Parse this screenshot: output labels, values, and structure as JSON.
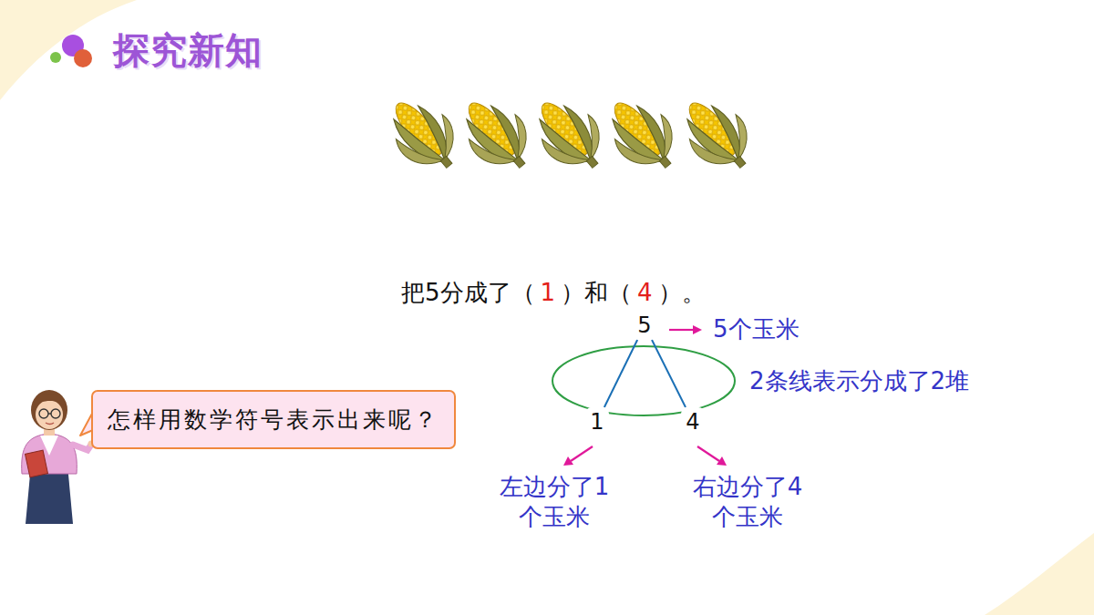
{
  "diagram": {
    "title": "探究新知",
    "nodes": [
      {
        "text": [
          "5"
        ]
      },
      {
        "text": [
          "1"
        ]
      },
      {
        "text": [
          "4"
        ]
      },
      {
        "text": [
          "怎样用数学符号表示出来呢？"
        ]
      }
    ],
    "edges": [
      {
        "from": 0,
        "to": 1,
        "arrow": "none"
      },
      {
        "from": 0,
        "to": 2,
        "arrow": "none"
      }
    ],
    "labels": [
      "把5分成了（",
      "1",
      "）和（",
      "4",
      "）。",
      "5个玉米",
      "2条线表示分成了2堆",
      "左边分了1 个玉米",
      "右边分了4 个玉米"
    ]
  }
}
